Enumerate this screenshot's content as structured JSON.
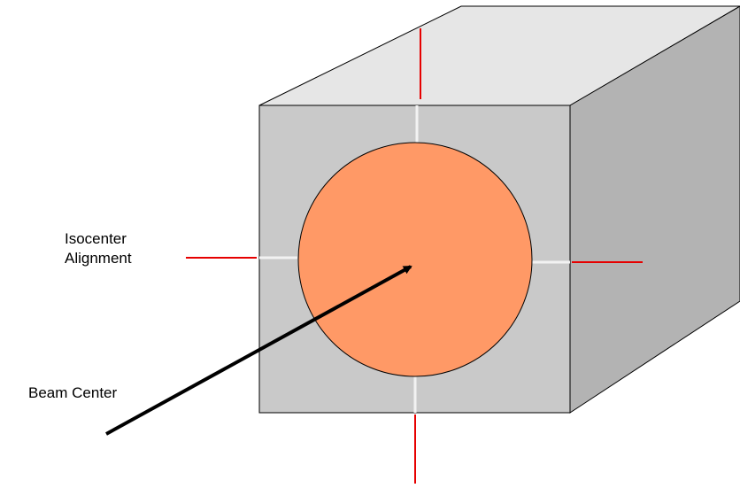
{
  "labels": {
    "isocenter_line1": "Isocenter",
    "isocenter_line2": "Alignment",
    "beam_center": "Beam Center"
  },
  "colors": {
    "front_face": "#c9c9c9",
    "top_face": "#e6e6e6",
    "side_face": "#b3b3b3",
    "beam_disc": "#ff9966",
    "alignment_marks": "#e60000",
    "alignment_seams": "#f2f2f2",
    "outline": "#000000"
  },
  "shapes": {
    "object": "cube",
    "beam": "circle"
  }
}
